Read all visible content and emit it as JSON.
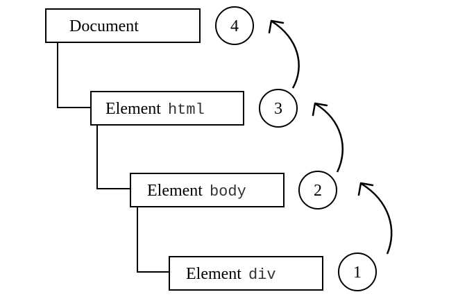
{
  "nodes": [
    {
      "label": "Document",
      "code": ""
    },
    {
      "label": "Element",
      "code": "html"
    },
    {
      "label": "Element",
      "code": "body"
    },
    {
      "label": "Element",
      "code": "div"
    }
  ],
  "steps": [
    "1",
    "2",
    "3",
    "4"
  ]
}
